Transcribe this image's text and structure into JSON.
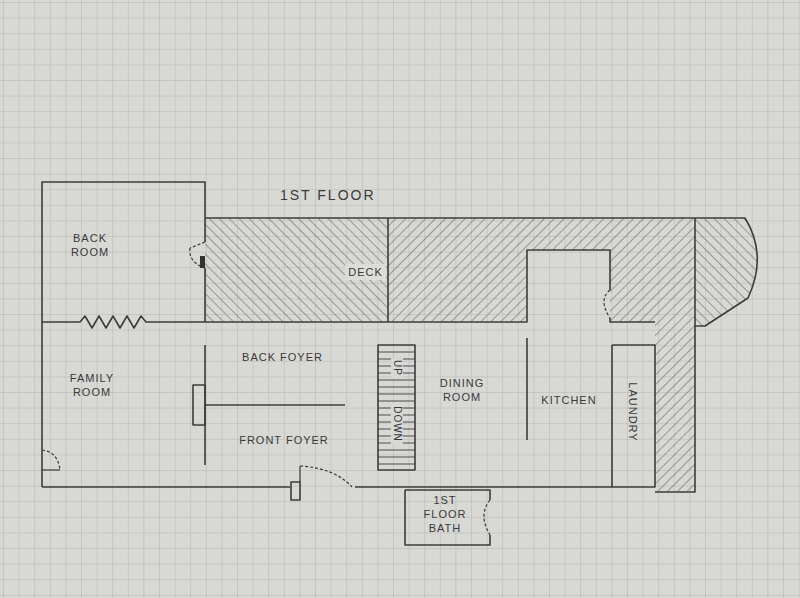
{
  "diagram": {
    "title": "1ST FLOOR",
    "nodes": [
      {
        "text": [
          "BACK ROOM"
        ]
      },
      {
        "text": [
          "DECK"
        ]
      },
      {
        "text": [
          "FAMILY ROOM"
        ]
      },
      {
        "text": [
          "BACK FOYER"
        ]
      },
      {
        "text": [
          "FRONT FOYER"
        ]
      },
      {
        "text": [
          "DINING ROOM"
        ]
      },
      {
        "text": [
          "KITCHEN"
        ]
      },
      {
        "text": [
          "LAUNDRY"
        ]
      },
      {
        "text": [
          "1ST FLOOR BATH"
        ]
      }
    ],
    "labels": [
      "UP",
      "DOWN"
    ]
  }
}
